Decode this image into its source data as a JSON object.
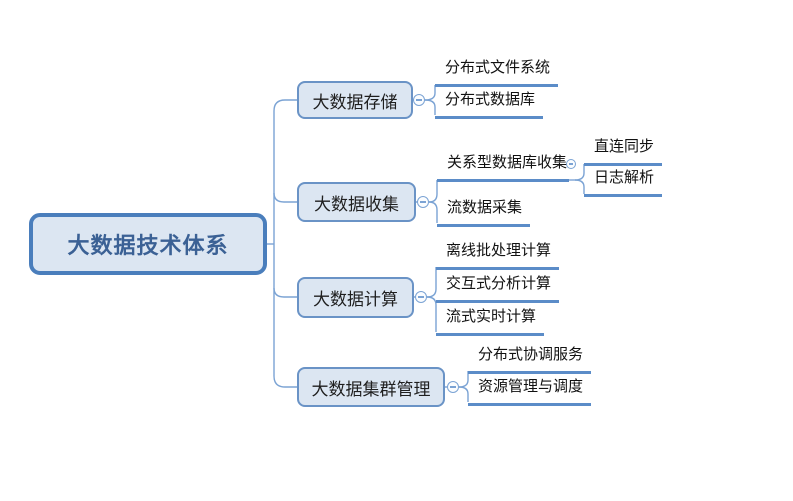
{
  "root": {
    "label": "大数据技术体系"
  },
  "branches": [
    {
      "label": "大数据存储",
      "children": [
        {
          "label": "分布式文件系统"
        },
        {
          "label": "分布式数据库"
        }
      ]
    },
    {
      "label": "大数据收集",
      "children": [
        {
          "label": "关系型数据库收集",
          "children": [
            {
              "label": "直连同步"
            },
            {
              "label": "日志解析"
            }
          ]
        },
        {
          "label": "流数据采集"
        }
      ]
    },
    {
      "label": "大数据计算",
      "children": [
        {
          "label": "离线批处理计算"
        },
        {
          "label": "交互式分析计算"
        },
        {
          "label": "流式实时计算"
        }
      ]
    },
    {
      "label": "大数据集群管理",
      "children": [
        {
          "label": "分布式协调服务"
        },
        {
          "label": "资源管理与调度"
        }
      ]
    }
  ],
  "toggle": {
    "icon": "minus",
    "state": "expanded"
  },
  "colors": {
    "background": "#ffffff",
    "node_fill": "#dce6f2",
    "root_border": "#4a7ebc",
    "branch_border": "#6a93c6",
    "connector": "#7ba3d4",
    "leaf_underline": "#5b8cc8",
    "root_text": "#3b6195",
    "topic_text": "#1f1f1f"
  }
}
